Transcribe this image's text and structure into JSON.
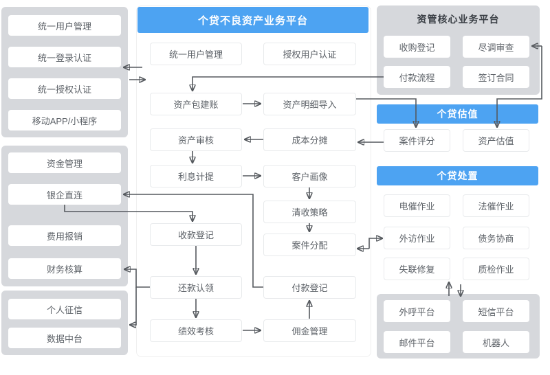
{
  "colors": {
    "accent_blue": "#4da3f2",
    "panel_gray": "#d6d8dc",
    "arrow": "#55595e",
    "box_text": "#5c6167"
  },
  "left_panels": {
    "auth_group": {
      "items": [
        "统一用户管理",
        "统一登录认证",
        "统一授权认证",
        "移动APP/小程序"
      ]
    },
    "finance_group": {
      "items": [
        "资金管理",
        "银企直连",
        "费用报销",
        "财务核算"
      ]
    },
    "data_group": {
      "items": [
        "个人征信",
        "数据中台"
      ]
    }
  },
  "main_platform": {
    "title": "个贷不良资产业务平台",
    "boxes": [
      "统一用户管理",
      "授权用户认证",
      "资产包建账",
      "资产明细导入",
      "资产审核",
      "成本分摊",
      "利息计提",
      "客户画像",
      "清收策略",
      "收款登记",
      "案件分配",
      "还款认领",
      "付款登记",
      "绩效考核",
      "佣金管理"
    ]
  },
  "core_platform": {
    "title": "资管核心业务平台",
    "boxes": [
      "收购登记",
      "尽调审查",
      "付款流程",
      "签订合同"
    ]
  },
  "valuation": {
    "title": "个贷估值",
    "boxes": [
      "案件评分",
      "资产估值"
    ]
  },
  "disposal": {
    "title": "个贷处置",
    "boxes": [
      "电催作业",
      "法催作业",
      "外访作业",
      "债务协商",
      "失联修复",
      "质检作业"
    ]
  },
  "channels": {
    "boxes": [
      "外呼平台",
      "短信平台",
      "邮件平台",
      "机器人"
    ]
  }
}
